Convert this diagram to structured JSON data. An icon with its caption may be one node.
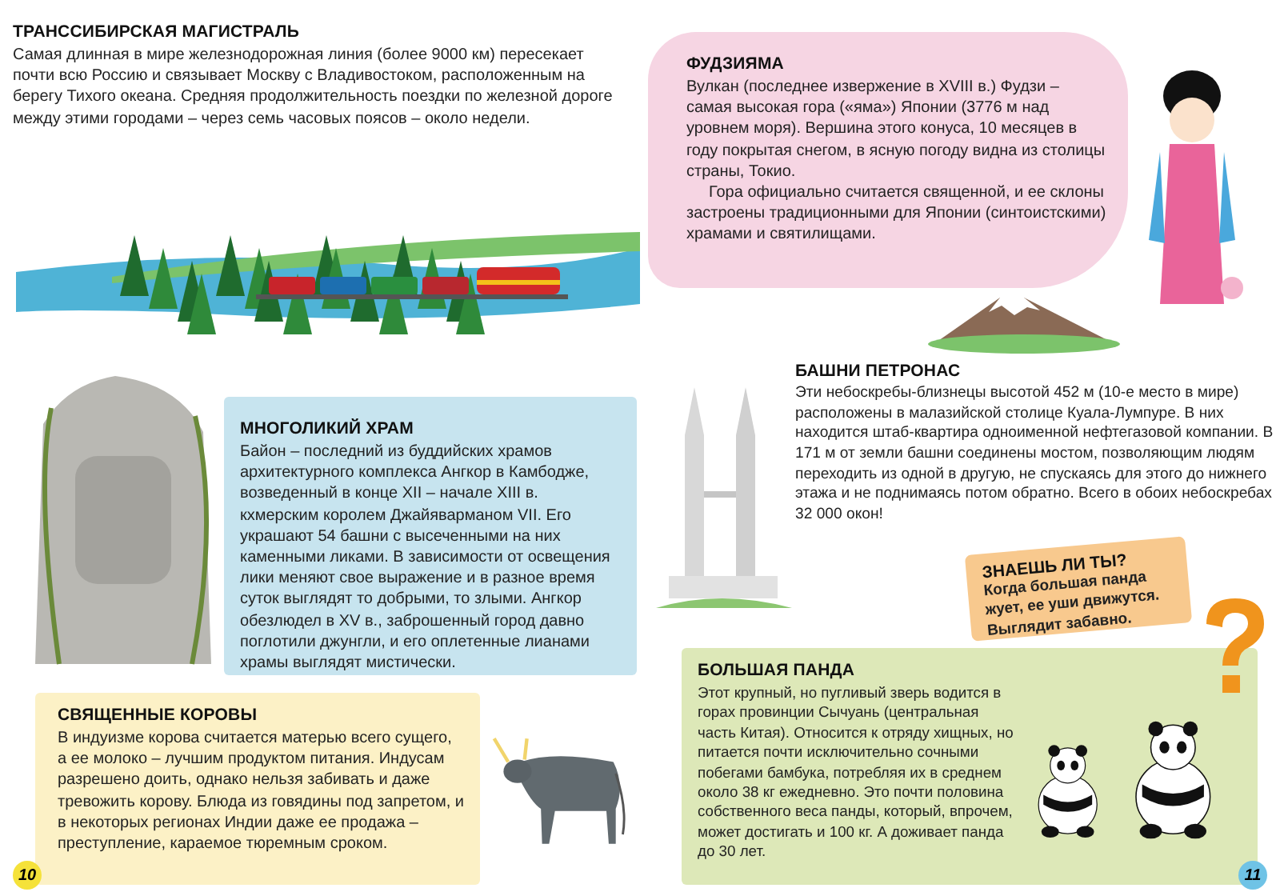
{
  "diagram": {
    "nodes": [
      {
        "text": [
          "ТРАНССИБИРСКАЯ МАГИСТРАЛЬ",
          "Самая длинная в мире железнодорожная линия (более 9000 км) пересекает почти всю Россию и связывает Москву с Владивостоком, расположенным на берегу Тихого океана. Средняя продолжительность поездки по железной дороге между этими городами – через семь часовых поясов – около недели."
        ]
      },
      {
        "text": [
          "ФУДЗИЯМА",
          "Вулкан (последнее извержение в XVIII в.) Фудзи – самая высокая гора («яма») Японии (3776 м над уровнем моря). Вершина этого конуса, 10 месяцев в году покрытая снегом, в ясную погоду видна из столицы страны, Токио.",
          "Гора официально считается священной, и ее склоны застроены традиционными для Японии (синтоистскими) храмами и святилищами."
        ]
      },
      {
        "text": [
          "МНОГОЛИКИЙ ХРАМ",
          "Байон – последний из буддийских храмов архитектурного комплекса Ангкор в Камбодже, возведенный в конце XII – начале XIII в. кхмерским королем Джайяварманом VII. Его украшают 54 башни с высеченными на них каменными ликами. В зависимости от освещения лики меняют свое выражение и в разное время суток выглядят то добрыми, то злыми. Ангкор обезлюдел в XV в., заброшенный город давно поглотили джунгли, и его оплетенные лианами храмы выглядят мистически."
        ]
      },
      {
        "text": [
          "БАШНИ ПЕТРОНАС",
          "Эти небоскребы-близнецы высотой 452 м (10-е место в мире) расположены в малазийской столице Куала-Лумпуре. В них находится штаб-квартира одноименной нефтегазовой компании. В 171 м от земли башни соединены мостом, позволяющим людям переходить из одной в другую, не спускаясь для этого до нижнего этажа и не поднимаясь потом обратно. Всего в обоих небоскребах 32 000 окон!"
        ]
      },
      {
        "text": [
          "СВЯЩЕННЫЕ КОРОВЫ",
          "В индуизме корова считается матерью всего сущего, а ее молоко – лучшим продуктом питания. Индусам разрешено доить, однако нельзя забивать и даже тревожить корову. Блюда из говядины под запретом, и в некоторых регионах Индии даже ее продажа – преступление, караемое тюремным сроком."
        ]
      },
      {
        "text": [
          "БОЛЬШАЯ ПАНДА",
          "Этот крупный, но пугливый зверь водится в горах провинции Сычуань (центральная часть Китая). Относится к отряду хищных, но питается почти исключительно сочными побегами бамбука, потребляя их в среднем около 38 кг ежедневно. Это почти половина собственного веса панды, который, впрочем, может достигать и 100 кг. А доживает панда до 30 лет."
        ]
      },
      {
        "text": [
          "ЗНАЕШЬ ЛИ ТЫ?",
          "Когда большая панда жует, ее уши движутся. Выглядит забавно."
        ]
      }
    ],
    "labels": [
      "10",
      "11"
    ]
  }
}
